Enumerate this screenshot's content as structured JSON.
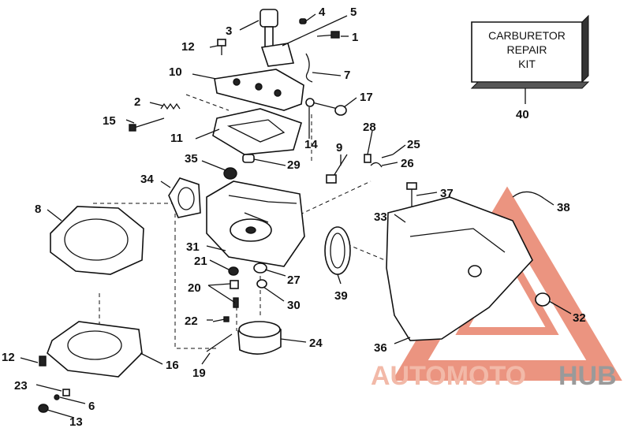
{
  "diagram": {
    "kit_box_lines": [
      "CARBURETOR",
      "REPAIR",
      "KIT"
    ],
    "callouts": [
      {
        "id": "c3",
        "label": "3"
      },
      {
        "id": "c4",
        "label": "4"
      },
      {
        "id": "c5",
        "label": "5"
      },
      {
        "id": "c1",
        "label": "1"
      },
      {
        "id": "c12a",
        "label": "12"
      },
      {
        "id": "c10",
        "label": "10"
      },
      {
        "id": "c7",
        "label": "7"
      },
      {
        "id": "c2",
        "label": "2"
      },
      {
        "id": "c17",
        "label": "17"
      },
      {
        "id": "c15",
        "label": "15"
      },
      {
        "id": "c11",
        "label": "11"
      },
      {
        "id": "c14",
        "label": "14"
      },
      {
        "id": "c28",
        "label": "28"
      },
      {
        "id": "c9",
        "label": "9"
      },
      {
        "id": "c25",
        "label": "25"
      },
      {
        "id": "c26",
        "label": "26"
      },
      {
        "id": "c35",
        "label": "35"
      },
      {
        "id": "c29",
        "label": "29"
      },
      {
        "id": "c34",
        "label": "34"
      },
      {
        "id": "c37",
        "label": "37"
      },
      {
        "id": "c38",
        "label": "38"
      },
      {
        "id": "c8",
        "label": "8"
      },
      {
        "id": "c33",
        "label": "33"
      },
      {
        "id": "c31",
        "label": "31"
      },
      {
        "id": "c21",
        "label": "21"
      },
      {
        "id": "c27",
        "label": "27"
      },
      {
        "id": "c39",
        "label": "39"
      },
      {
        "id": "c20",
        "label": "20"
      },
      {
        "id": "c30",
        "label": "30"
      },
      {
        "id": "c22",
        "label": "22"
      },
      {
        "id": "c32",
        "label": "32"
      },
      {
        "id": "c24",
        "label": "24"
      },
      {
        "id": "c36",
        "label": "36"
      },
      {
        "id": "c12b",
        "label": "12"
      },
      {
        "id": "c16",
        "label": "16"
      },
      {
        "id": "c19",
        "label": "19"
      },
      {
        "id": "c23",
        "label": "23"
      },
      {
        "id": "c6",
        "label": "6"
      },
      {
        "id": "c13",
        "label": "13"
      },
      {
        "id": "c40",
        "label": "40"
      }
    ]
  },
  "watermark": {
    "part1": "AUTOMOTO",
    "part2": "HUB"
  },
  "colors": {
    "watermark_red": "#e8826a",
    "watermark_gray": "#9a9a9a",
    "ink": "#111111"
  }
}
